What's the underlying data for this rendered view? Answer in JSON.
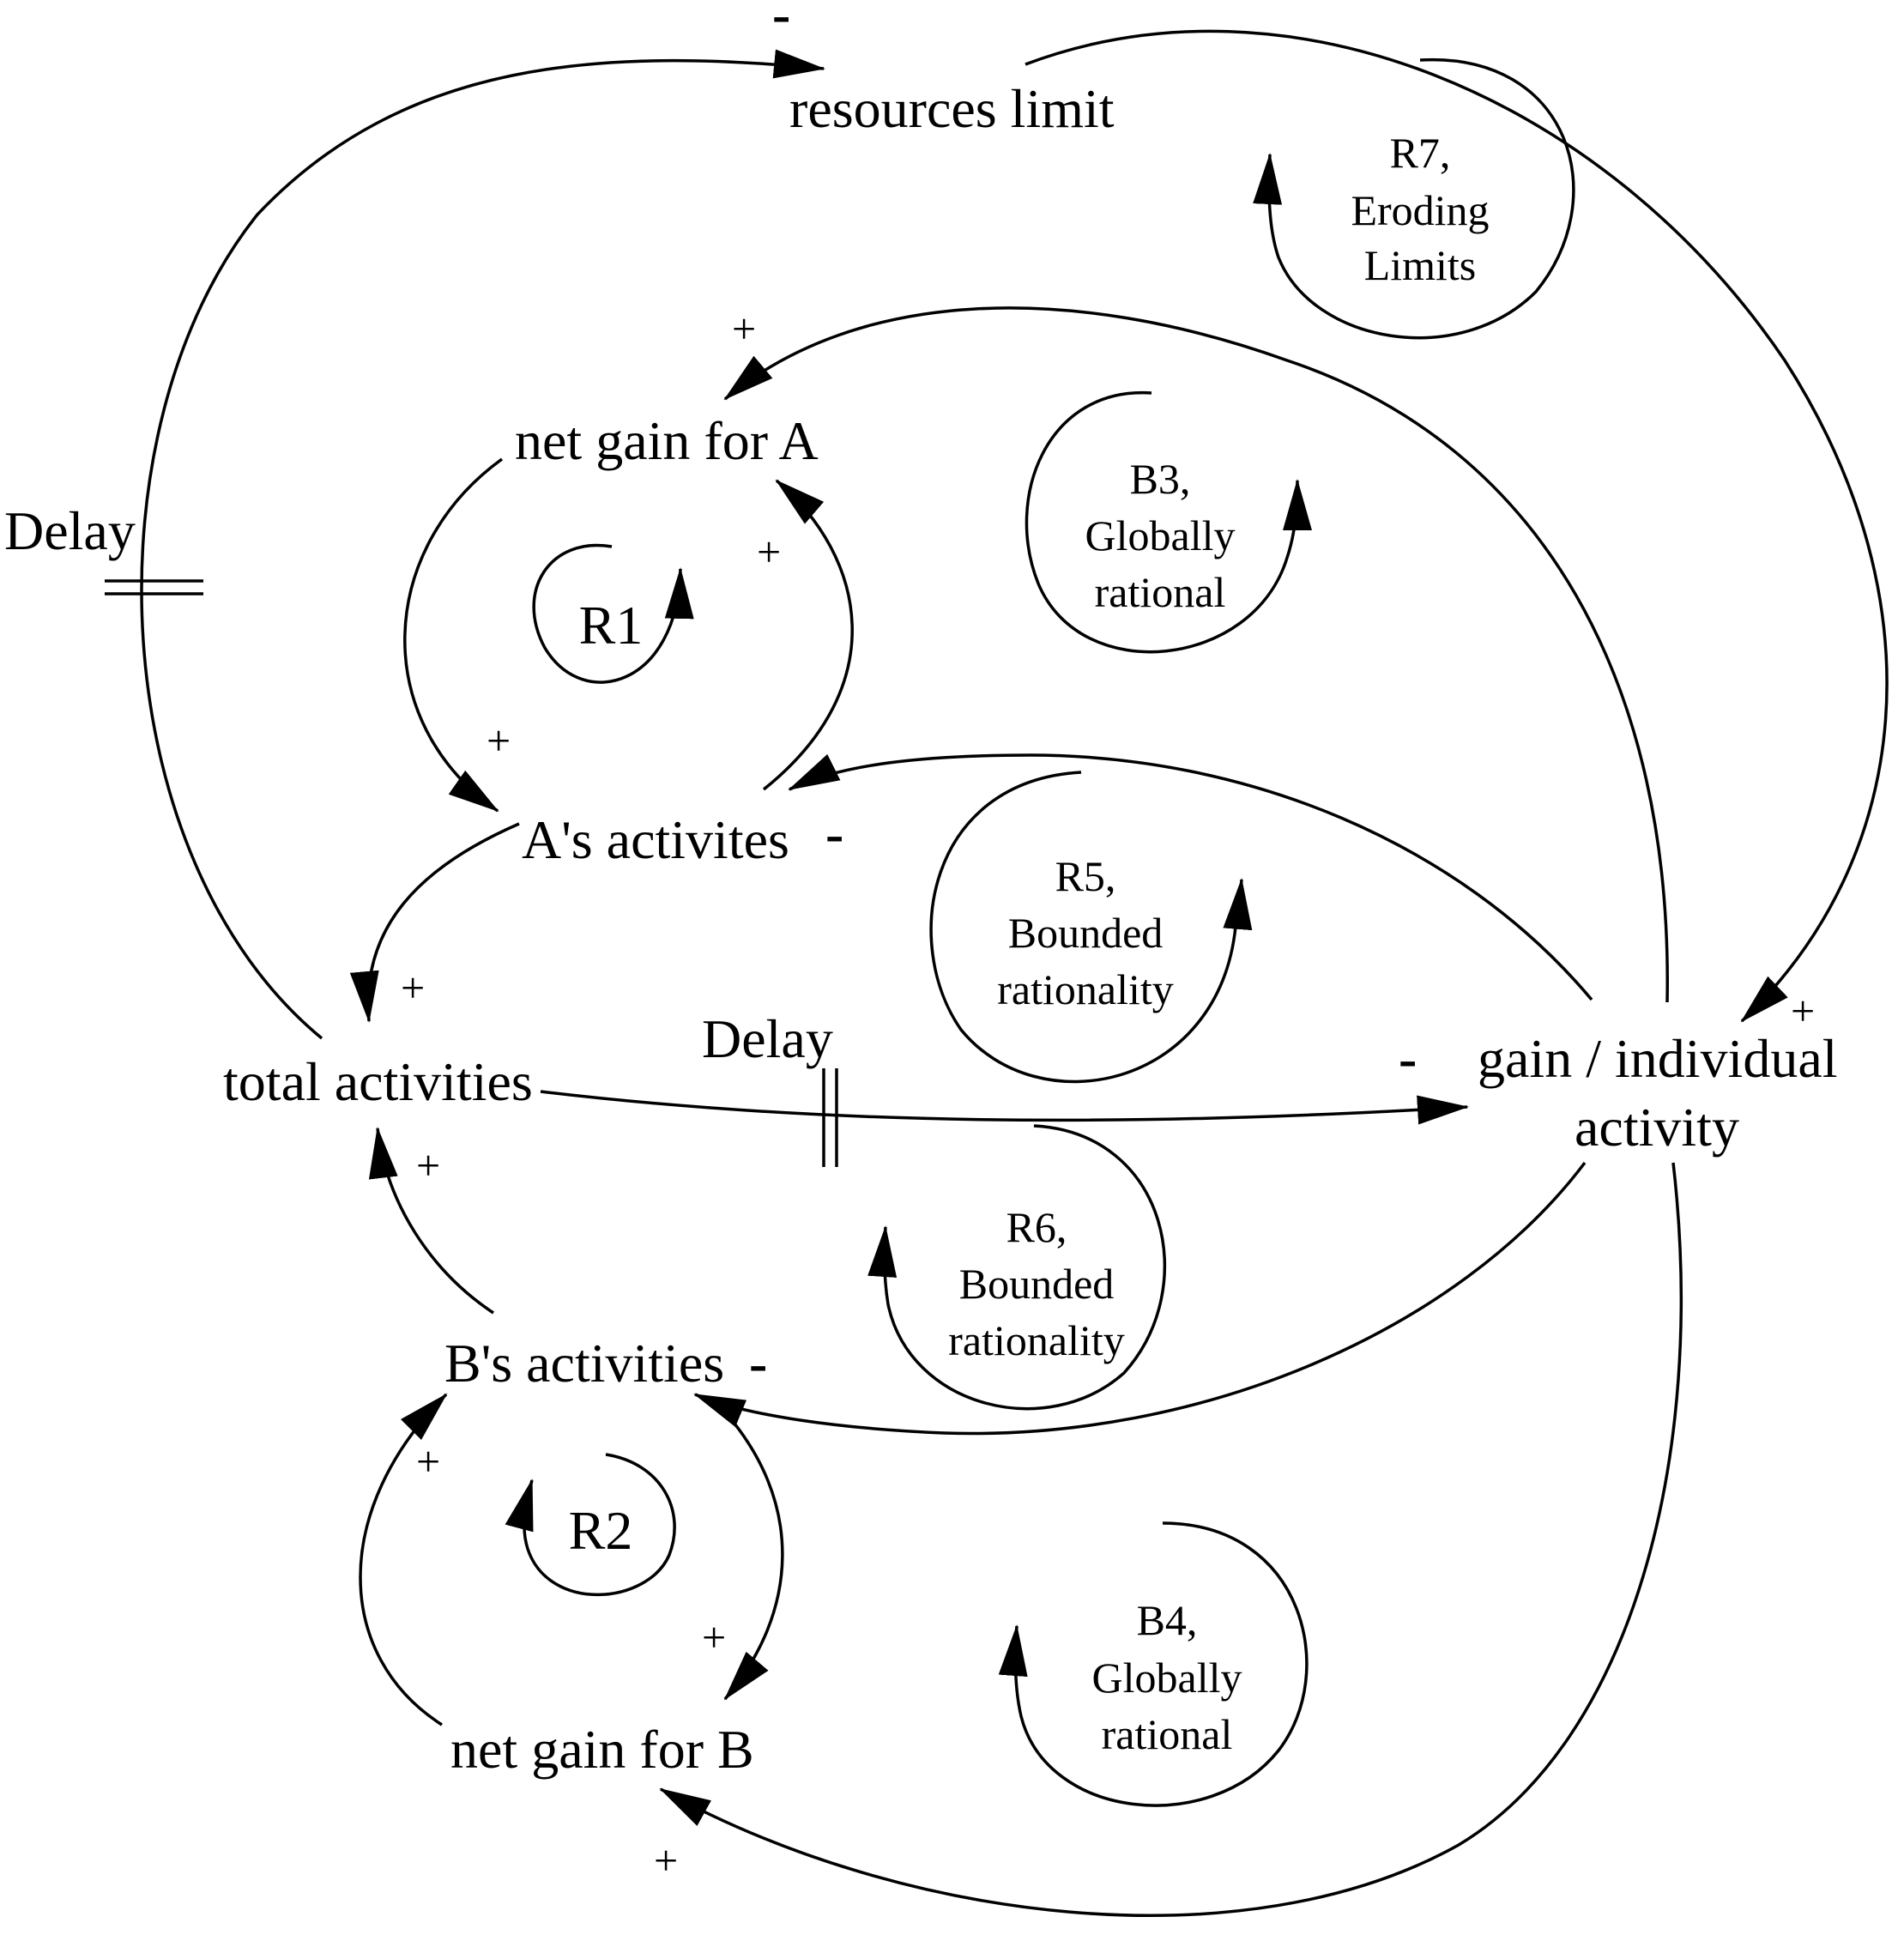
{
  "variables": {
    "resources_limit": "resources limit",
    "net_gain_a": "net gain for A",
    "a_activities": "A's activites",
    "total_activities": "total activities",
    "b_activities": "B's activities",
    "net_gain_b": "net gain for B",
    "gain_individual_line1": "gain / individual",
    "gain_individual_line2": "activity"
  },
  "delays": {
    "left": "Delay",
    "center": "Delay"
  },
  "loops": {
    "r1": "R1",
    "r2": "R2",
    "r7": [
      "R7,",
      "Eroding",
      "Limits"
    ],
    "b3": [
      "B3,",
      "Globally",
      "rational"
    ],
    "r5": [
      "R5,",
      "Bounded",
      "rationality"
    ],
    "r6": [
      "R6,",
      "Bounded",
      "rationality"
    ],
    "b4": [
      "B4,",
      "Globally",
      "rational"
    ]
  },
  "polarities": {
    "resources_limit_in": "-",
    "net_gain_a_in": "+",
    "a_activities_from_gain": "+",
    "net_gain_a_from_a": "+",
    "a_activities_from_individual": "-",
    "total_from_a": "+",
    "individual_from_resources": "+",
    "individual_from_total": "-",
    "total_from_b": "+",
    "b_activities_from_individual": "-",
    "b_activities_from_gain": "+",
    "net_gain_b_from_b": "+",
    "net_gain_b_in": "+"
  }
}
